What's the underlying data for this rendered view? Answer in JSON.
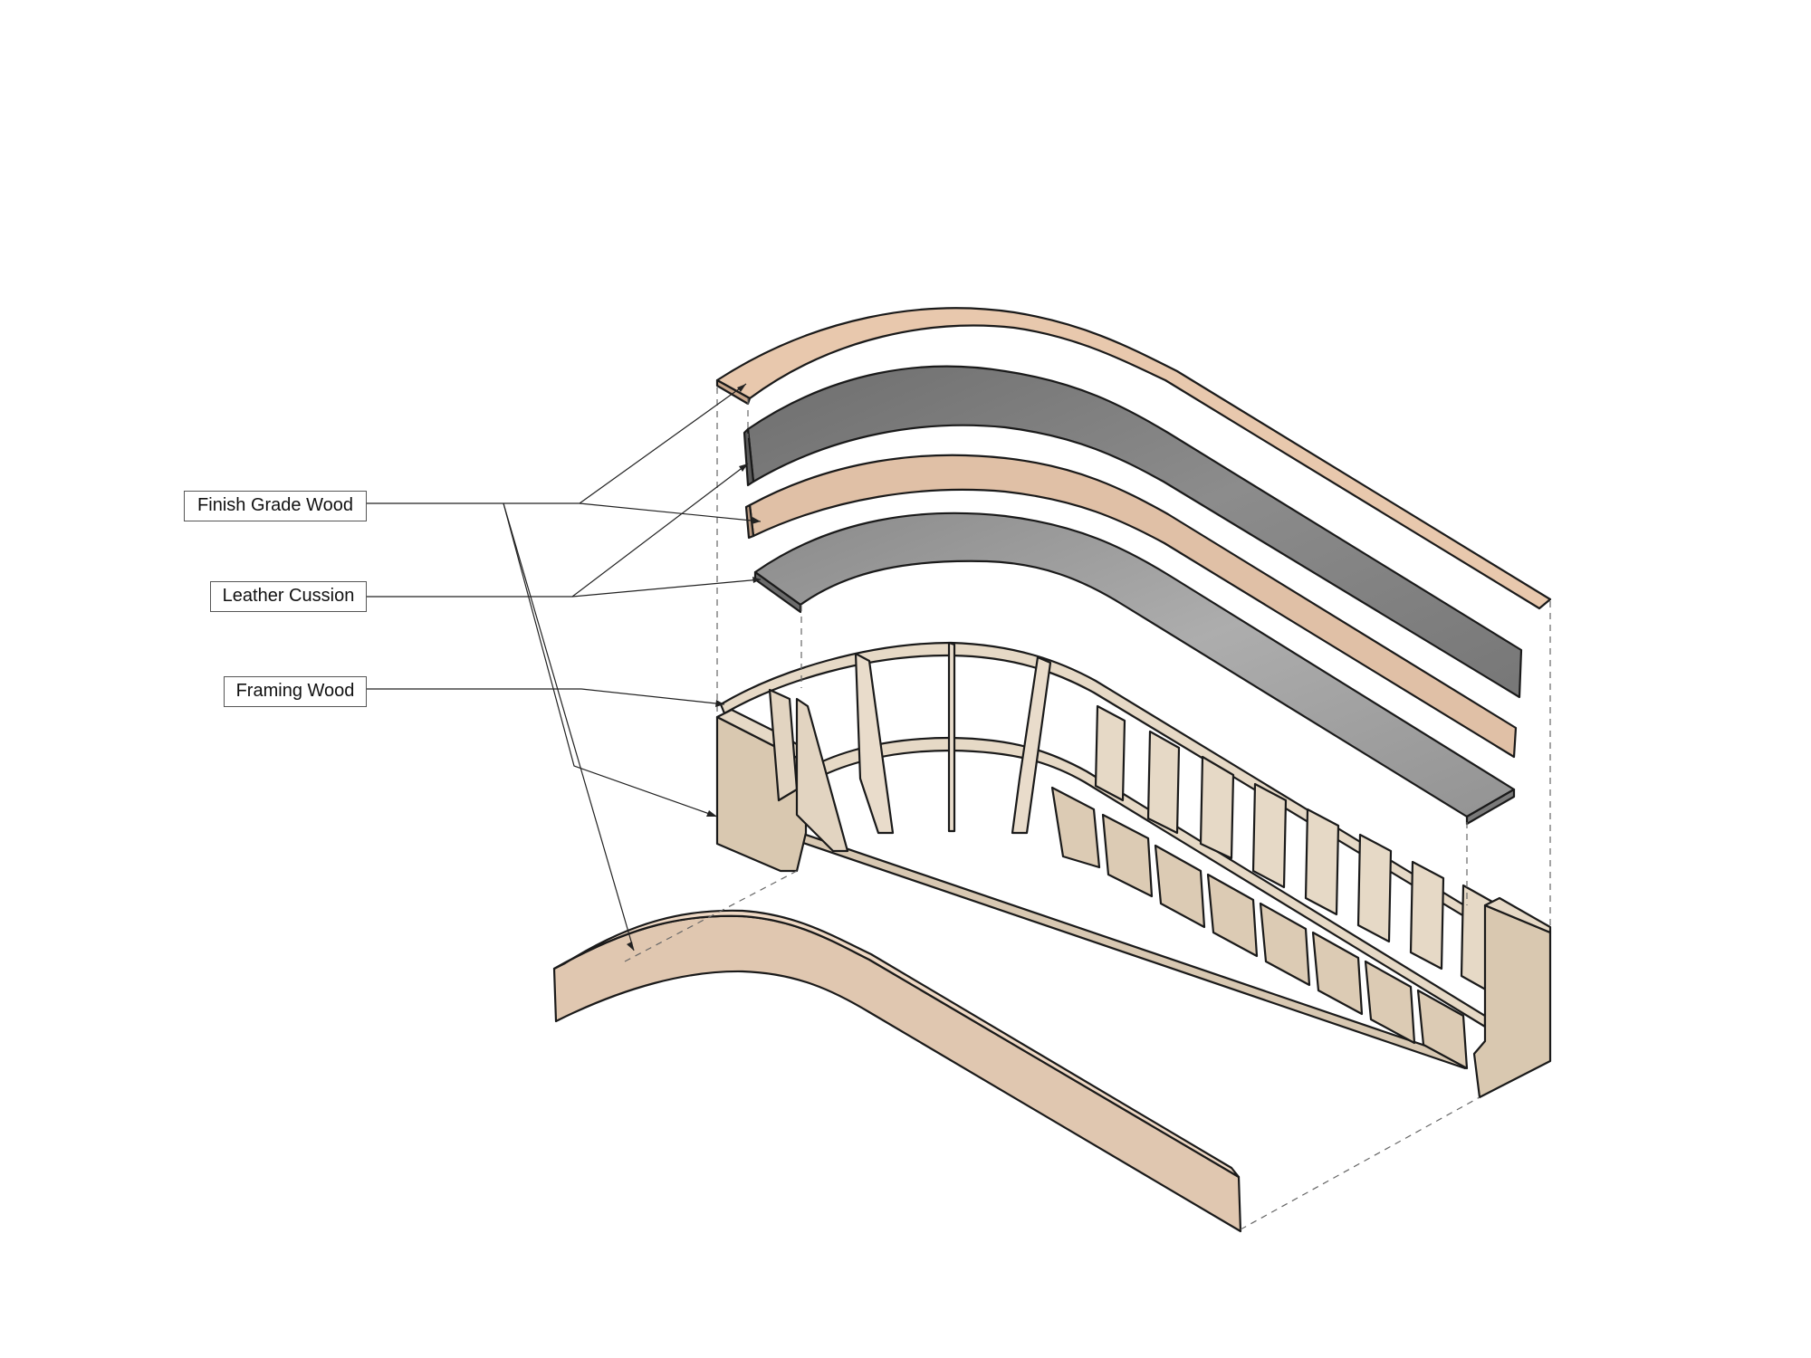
{
  "labels": {
    "finish_grade_wood": "Finish Grade Wood",
    "leather_cussion": "Leather Cussion",
    "framing_wood": "Framing Wood"
  },
  "colors": {
    "finish_wood": "#e3c3a9",
    "finish_wood_edge": "#b99a82",
    "leather_top": "#7a7a7a",
    "leather_light": "#9a9a9a",
    "frame_wood": "#e2d4c1",
    "frame_wood_dark": "#cbb8a0",
    "leader_line": "#222222"
  }
}
